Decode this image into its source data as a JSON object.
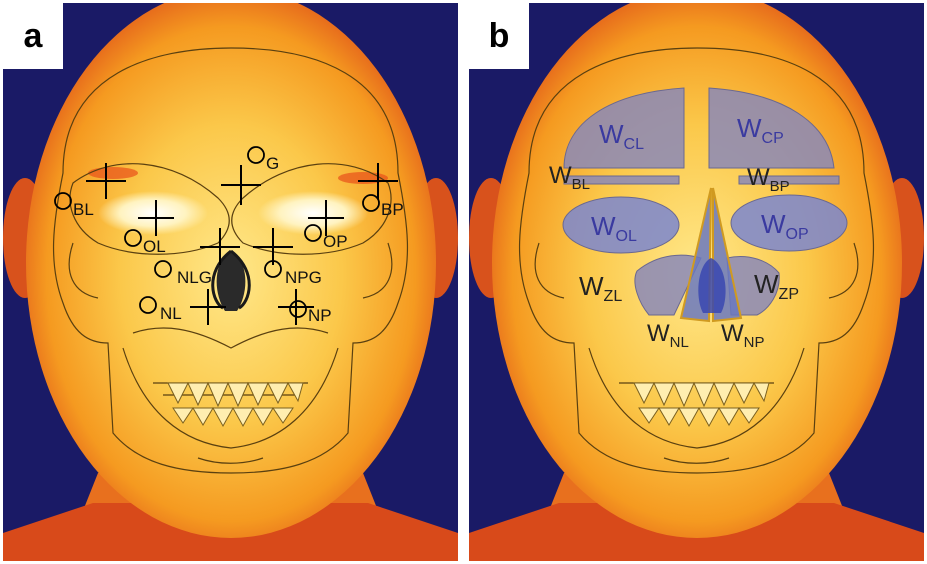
{
  "panels": [
    {
      "letter": "a",
      "points": [
        {
          "label": "G"
        },
        {
          "label": "BL"
        },
        {
          "label": "BP"
        },
        {
          "label": "OL"
        },
        {
          "label": "OP"
        },
        {
          "label": "NLG"
        },
        {
          "label": "NPG"
        },
        {
          "label": "NL"
        },
        {
          "label": "NP"
        }
      ]
    },
    {
      "letter": "b",
      "regions": [
        {
          "base": "W",
          "sub": "CL"
        },
        {
          "base": "W",
          "sub": "CP"
        },
        {
          "base": "W",
          "sub": "BL"
        },
        {
          "base": "W",
          "sub": "BP"
        },
        {
          "base": "W",
          "sub": "OL"
        },
        {
          "base": "W",
          "sub": "OP"
        },
        {
          "base": "W",
          "sub": "ZL"
        },
        {
          "base": "W",
          "sub": "ZP"
        },
        {
          "base": "W",
          "sub": "NL"
        },
        {
          "base": "W",
          "sub": "NP"
        }
      ]
    }
  ],
  "colors": {
    "background": "#1a1a66",
    "skin_outer": "#d8401a",
    "skin_mid": "#f5a623",
    "skin_inner": "#ffe07a",
    "region_fill": "#8a88b8",
    "region_text": "#3a3aa0"
  }
}
